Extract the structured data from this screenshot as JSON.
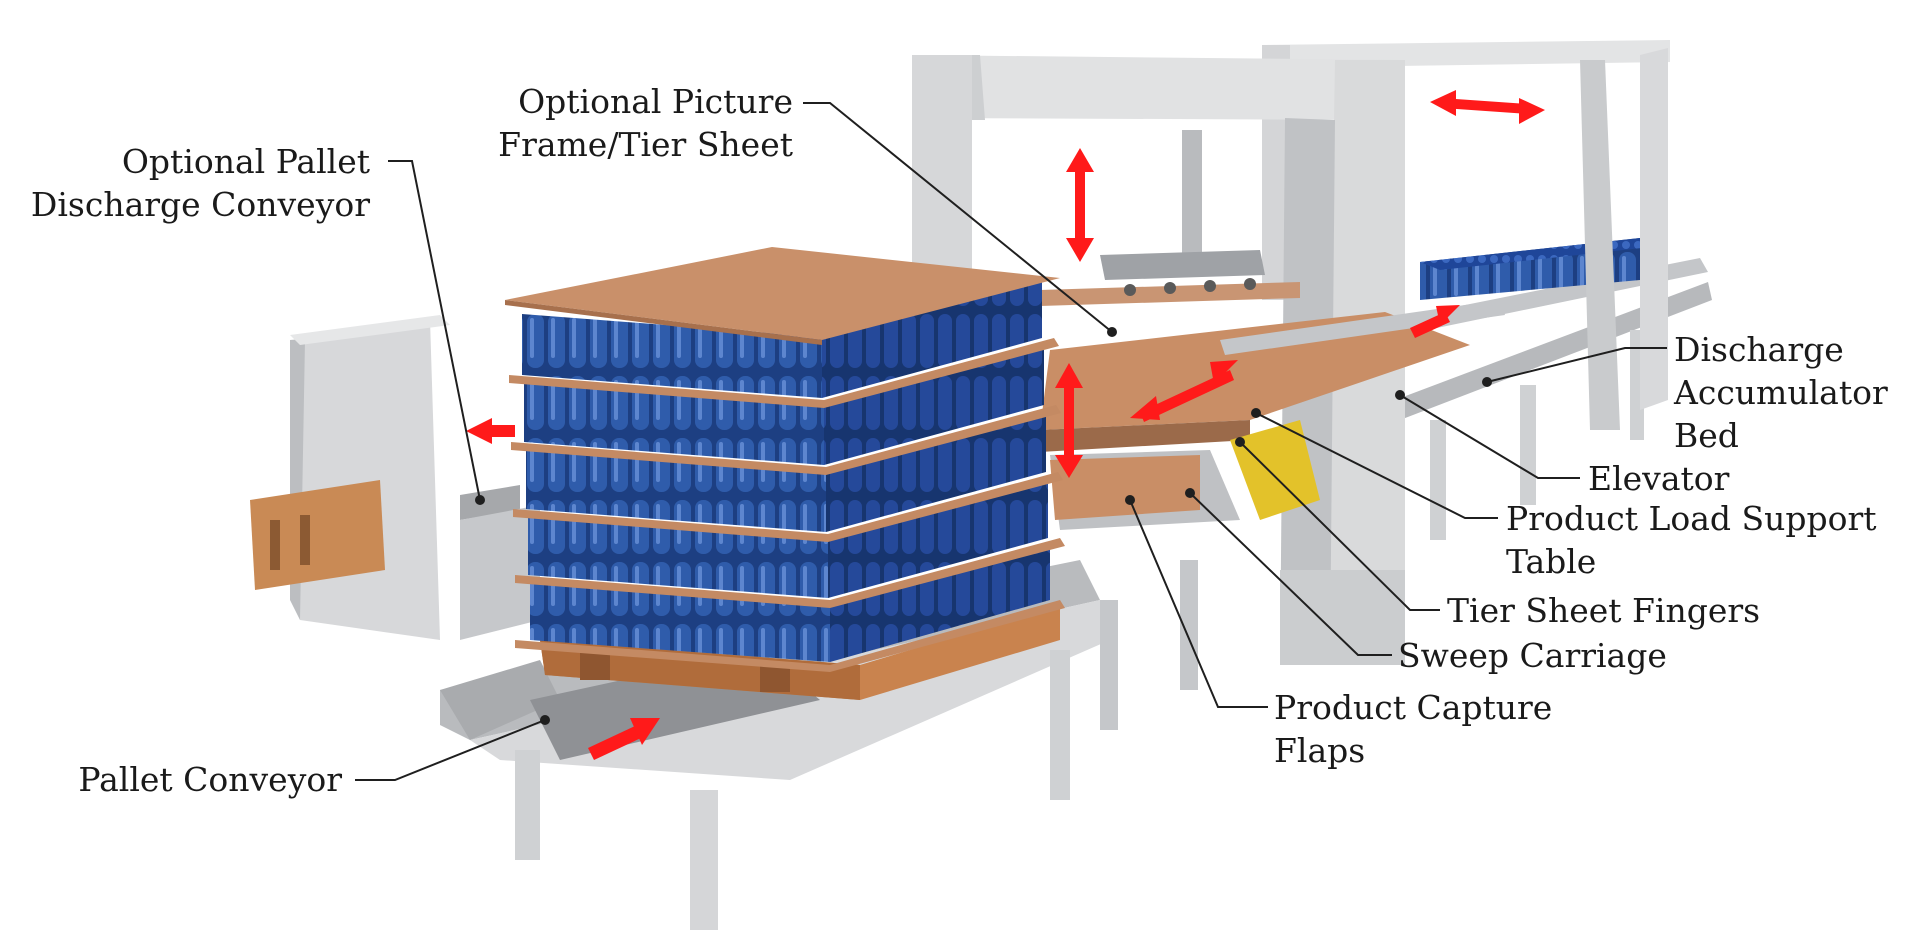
{
  "colors": {
    "frame": "#d9dadb",
    "frame_shade": "#b9bbbe",
    "conveyor": "#c7c9cc",
    "tier_sheet": "#c48a63",
    "pallet_wood": "#c9834e",
    "bottles": "#264d96",
    "arrows": "#ff1a1a",
    "leader_lines": "#1f1f1f"
  },
  "labels": {
    "optional_pallet_discharge": [
      "Optional Pallet",
      "Discharge Conveyor"
    ],
    "optional_picture_frame": [
      "Optional Picture",
      "Frame/Tier Sheet"
    ],
    "pallet_conveyor": "Pallet Conveyor",
    "discharge_accumulator": [
      "Discharge",
      "Accumulator",
      "Bed"
    ],
    "elevator": "Elevator",
    "product_load_support": [
      "Product Load Support",
      "Table"
    ],
    "tier_sheet_fingers": "Tier Sheet Fingers",
    "sweep_carriage": "Sweep Carriage",
    "product_capture_flaps": [
      "Product Capture",
      "Flaps"
    ]
  },
  "icons": [
    "vertical-motion-arrow-icon",
    "horizontal-motion-arrow-icon",
    "infeed-arrow-icon",
    "discharge-arrow-icon"
  ]
}
